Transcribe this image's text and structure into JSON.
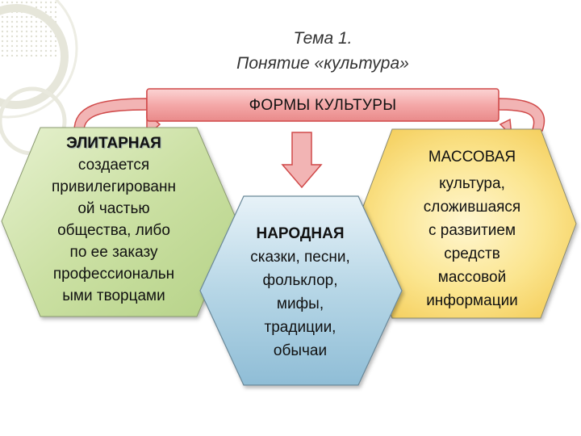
{
  "title": {
    "line1": "Тема 1.",
    "line2": "Понятие «культура»"
  },
  "banner": {
    "label": "ФОРМЫ КУЛЬТУРЫ"
  },
  "forms": [
    {
      "name": "ЭЛИТАРНАЯ",
      "lines": [
        "создается",
        "привилегированн",
        "ой частью",
        "общества, либо",
        "по ее заказу",
        "профессиональн",
        "ыми творцами"
      ],
      "fill": "#cbe0a3"
    },
    {
      "name": "НАРОДНАЯ",
      "lines": [
        "сказки, песни,",
        "фольклор,",
        "мифы,",
        "традиции,",
        "обычаи"
      ],
      "fill": "#b6d6e6"
    },
    {
      "name": "МАССОВАЯ",
      "lines": [
        "культура,",
        "сложившаяся",
        "с развитием",
        "средств",
        "массовой",
        "информации"
      ],
      "fill": "#fbe58f"
    }
  ],
  "colors": {
    "banner_fill": "#f4a8a8",
    "arrow_fill": "#f2b4b4",
    "arrow_stroke": "#d04a4a",
    "hex_stroke": "#7a7a7a"
  },
  "icons": [
    "curved-arrow-left-icon",
    "curved-arrow-right-icon",
    "down-arrow-icon"
  ]
}
